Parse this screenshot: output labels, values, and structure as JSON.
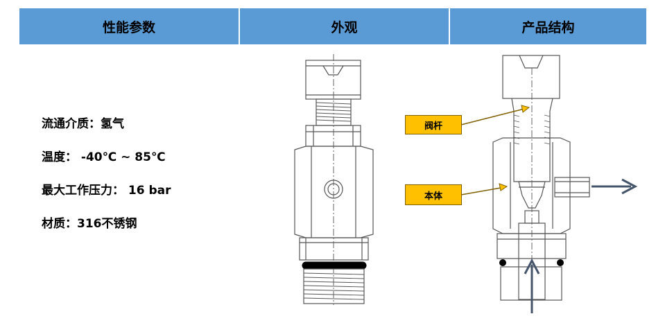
{
  "header": {
    "col1": "性能参数",
    "col2": "外观",
    "col3": "产品结构"
  },
  "specs": [
    {
      "label": "流通介质：",
      "value": "氢气"
    },
    {
      "label": "温度：",
      "value": " -40℃ ~ 85℃"
    },
    {
      "label": "最大工作压力：",
      "value": " 16 bar"
    },
    {
      "label": "材质：",
      "value": "316不锈钢"
    }
  ],
  "callouts": {
    "stem": "阀杆",
    "body": "本体"
  },
  "colors": {
    "header_bg": "#5b9bd5",
    "callout_bg": "#ffc000",
    "arrow": "#44546a",
    "line": "#555555"
  }
}
